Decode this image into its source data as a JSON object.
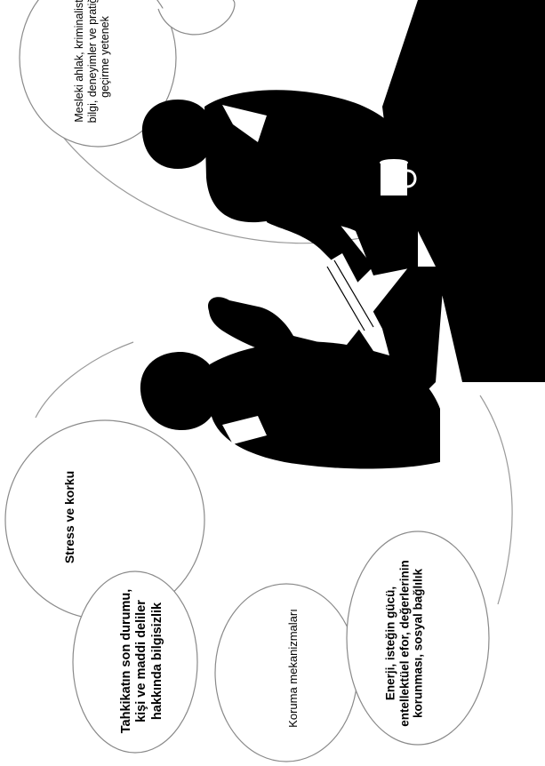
{
  "bubbles": {
    "mesleki": "Mesleki ahlak, kriminalistik bilgi, deneyimler ve pratiğe geçirme yetenek",
    "stress": "Stress ve korku",
    "tahkikat": "Tahkikatın son durumu, kişi ve maddi deliler hakkında bilgisizlik",
    "koruma": "Koruma mekanizmaları",
    "enerji": "Enerji, isteğin gücü, entellektüel efor, değerlerinin korunması, sosyal bağlılık"
  },
  "colors": {
    "ink": "#000000",
    "outline": "#8a8a8a",
    "background": "#ffffff"
  }
}
